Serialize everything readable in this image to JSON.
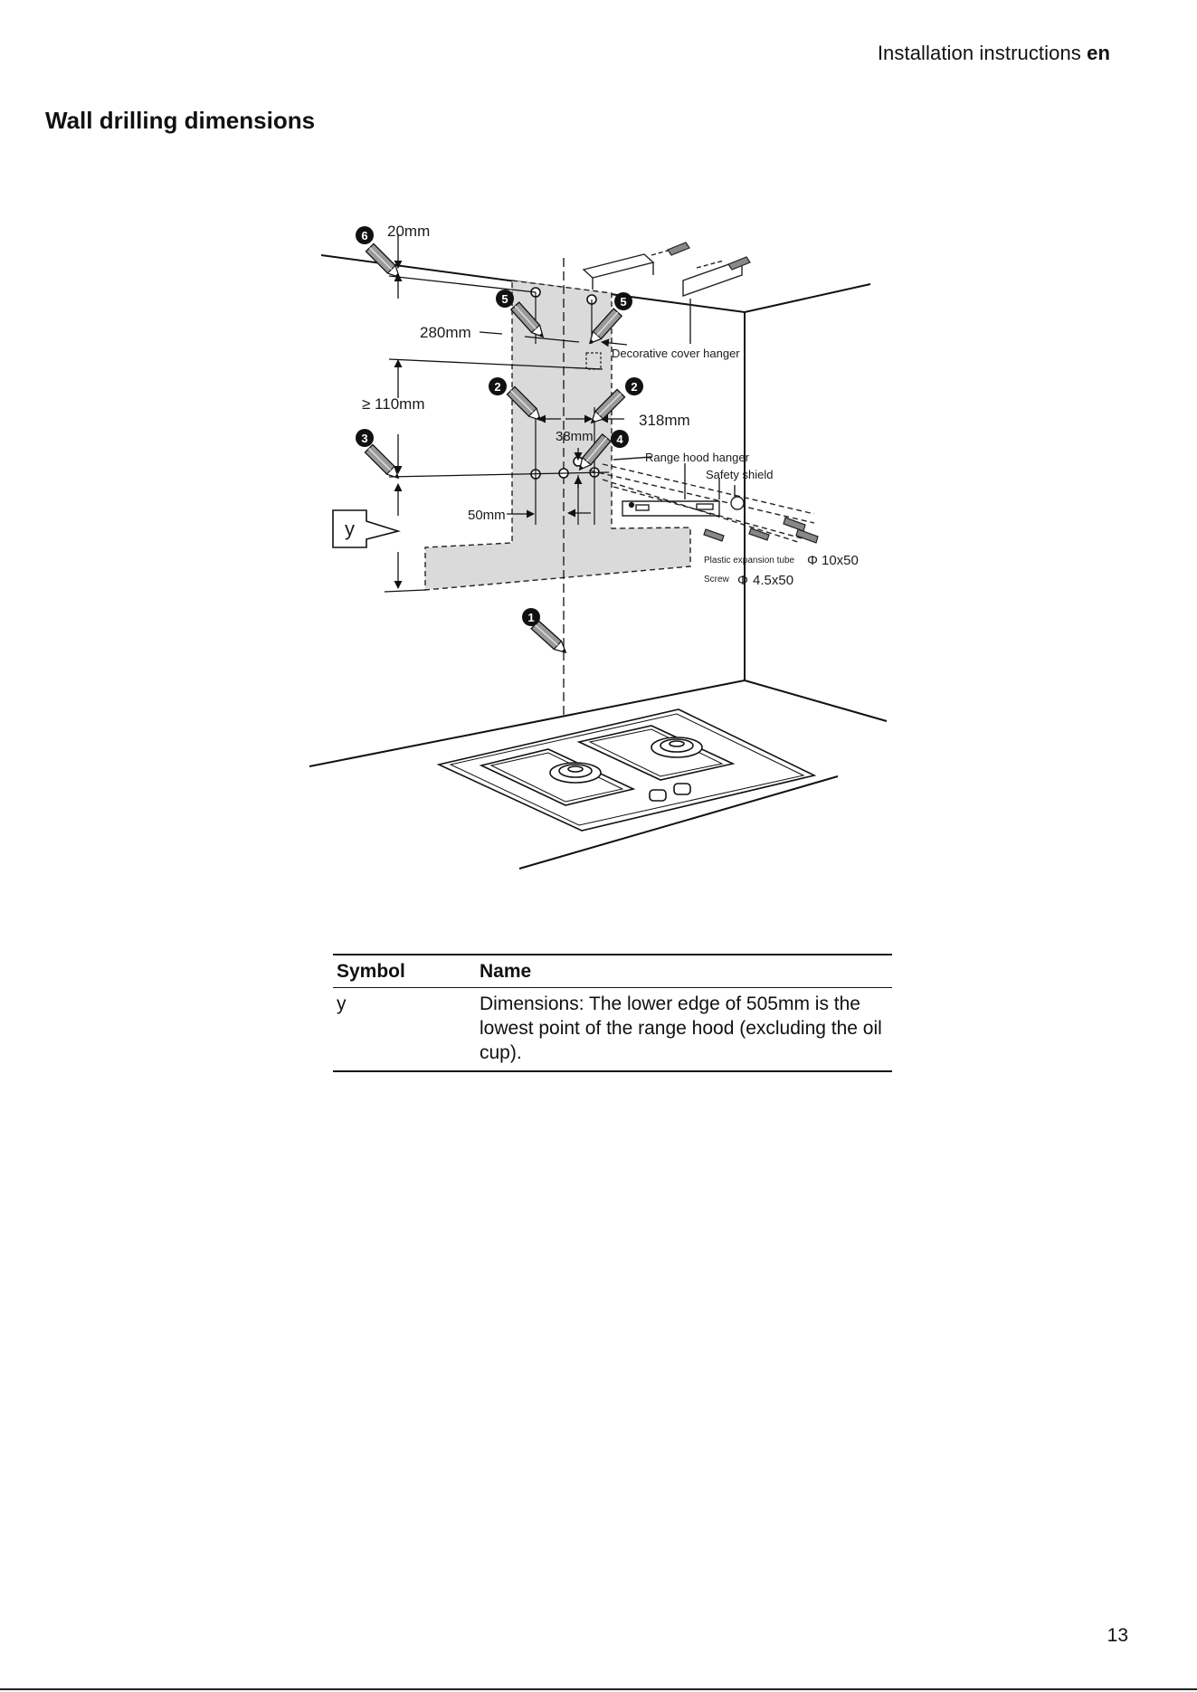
{
  "header": {
    "text": "Installation instructions",
    "lang": "en"
  },
  "section_title": "Wall drilling dimensions",
  "figure": {
    "dimensions": {
      "d20": "20mm",
      "d280": "280mm",
      "d110": "≥ 110mm",
      "d318": "318mm",
      "d38": "38mm",
      "d50": "50mm"
    },
    "y_symbol": "y",
    "callouts": {
      "decorative_cover_hanger": "Decorative cover hanger",
      "range_hood_hanger": "Range hood hanger",
      "safety_shield": "Safety shield",
      "plastic_expansion_tube": "Plastic expansion tube",
      "plastic_expansion_tube_size": "10x50",
      "screw": "Screw",
      "screw_size": "4.5x50"
    },
    "drill_steps": [
      "6",
      "5",
      "5",
      "2",
      "2",
      "3",
      "4",
      "1"
    ]
  },
  "legend": {
    "headers": {
      "symbol": "Symbol",
      "name": "Name"
    },
    "rows": [
      {
        "symbol": "y",
        "name": "Dimensions: The lower edge of 505mm is the lowest point of the range hood (excluding the oil cup)."
      }
    ]
  },
  "page_number": "13"
}
